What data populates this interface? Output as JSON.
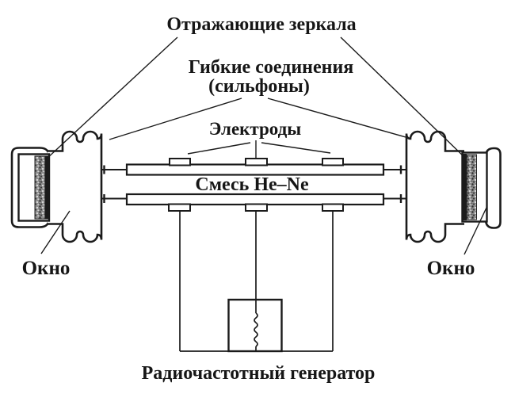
{
  "diagram": {
    "title_hint": "He-Ne gas laser schematic",
    "colors": {
      "ink": "#1b1b1b",
      "background": "#ffffff"
    },
    "labels": {
      "mirrors": "Отражающие зеркала",
      "flexible_joints_line1": "Гибкие соединения",
      "flexible_joints_line2": "(сильфоны)",
      "electrodes": "Электроды",
      "gas_mixture": "Смесь He–Ne",
      "window_left": "Окно",
      "window_right": "Окно",
      "rf_generator": "Радиочастотный генератор"
    }
  }
}
